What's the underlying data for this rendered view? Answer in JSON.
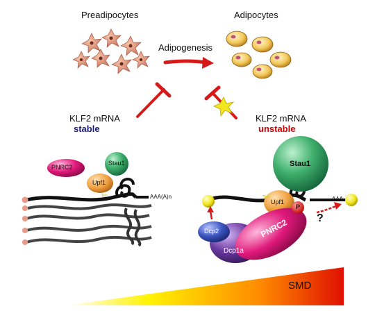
{
  "labels": {
    "preadipocytes": "Preadipocytes",
    "adipocytes": "Adipocytes",
    "adipogenesis": "Adipogenesis",
    "left_mrna": "KLF2 mRNA",
    "left_state": "stable",
    "right_mrna": "KLF2 mRNA",
    "right_state": "unstable",
    "smd": "SMD",
    "question": "?"
  },
  "molecules": {
    "pnrc2": "PNRC2",
    "upf1": "Upf1",
    "stau1": "Stau1",
    "dcp2": "Dcp2",
    "dcp1a": "Dcp1a",
    "phospho": "P",
    "ter": "Ter",
    "polya": "AAA(A)n",
    "polya_short": "AAA"
  },
  "colors": {
    "stable": "#1b1b7a",
    "unstable": "#d40000",
    "pnrc2": "#e0197a",
    "upf1": "#f0a040",
    "stau1": "#2e9a5a",
    "dcp2": "#3b55c0",
    "dcp1a": "#6a3aa0",
    "arrow_red": "#d61a1a",
    "cap_yellow": "#f2e620"
  }
}
